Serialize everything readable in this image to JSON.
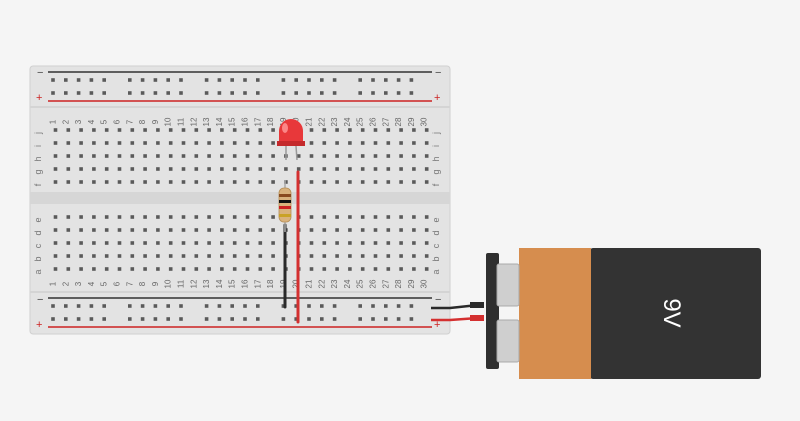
{
  "breadboard": {
    "columns": [
      "1",
      "2",
      "3",
      "4",
      "5",
      "6",
      "7",
      "8",
      "9",
      "10",
      "11",
      "12",
      "13",
      "14",
      "15",
      "16",
      "17",
      "18",
      "19",
      "20",
      "21",
      "22",
      "23",
      "24",
      "25",
      "26",
      "27",
      "28",
      "29",
      "30"
    ],
    "upper_rows": [
      "j",
      "i",
      "h",
      "g",
      "f"
    ],
    "lower_rows": [
      "e",
      "d",
      "c",
      "b",
      "a"
    ],
    "rail_minus": "−",
    "rail_plus": "+"
  },
  "battery": {
    "label": "9V"
  },
  "colors": {
    "board": "#e3e3e3",
    "hole": "#5a5a5a",
    "rail_negative": "#333333",
    "rail_positive": "#cc2222",
    "led": "#e8383a",
    "battery_cap": "#d68d4e",
    "battery_body": "#333333",
    "wire_red": "#d43030",
    "wire_black": "#2a2a2a"
  },
  "components": [
    {
      "type": "led-icon",
      "color": "red"
    },
    {
      "type": "resistor-icon"
    },
    {
      "type": "wire",
      "color": "red"
    },
    {
      "type": "wire",
      "color": "black"
    }
  ]
}
